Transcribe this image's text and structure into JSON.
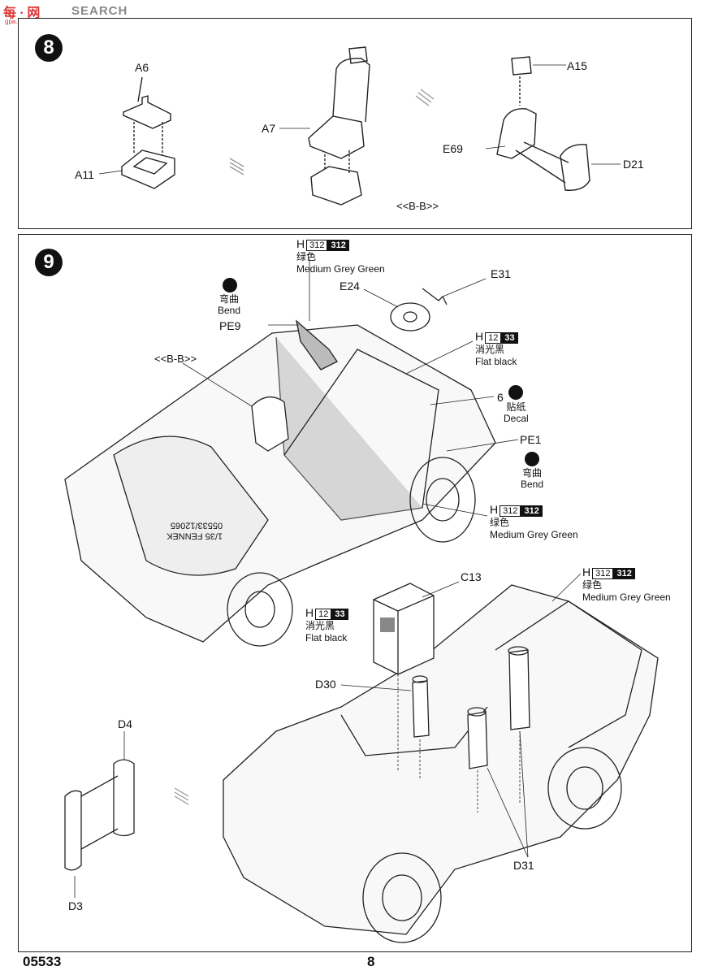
{
  "watermark": {
    "brand": "每 ∙ 网",
    "site": "SEARCH",
    "url": "gpa.shou.com"
  },
  "step8": {
    "number": "8",
    "labels": {
      "a6": "A6",
      "a7": "A7",
      "a11": "A11",
      "a15": "A15",
      "e69": "E69",
      "d21": "D21"
    },
    "section_ref": "<<B-B>>"
  },
  "step9": {
    "number": "9",
    "paint_h312_top": {
      "h": "H",
      "code1": "312",
      "code2": "312",
      "cn": "绿色",
      "en": "Medium Grey Green"
    },
    "bend1": {
      "cn": "弯曲",
      "en": "Bend"
    },
    "labels": {
      "pe9": "PE9",
      "e24": "E24",
      "e31": "E31",
      "six": "6",
      "pe1": "PE1",
      "section_ref": "<<B-B>>",
      "c13": "C13",
      "d30": "D30",
      "d31": "D31",
      "d4": "D4",
      "d3": "D3"
    },
    "paint_h12_right": {
      "h": "H",
      "code1": "12",
      "code2": "33",
      "cn": "消光黑",
      "en": "Flat black"
    },
    "decal": {
      "cn": "贴纸",
      "en": "Decal"
    },
    "bend2": {
      "cn": "弯曲",
      "en": "Bend"
    },
    "paint_h312_mid": {
      "h": "H",
      "code1": "312",
      "code2": "312",
      "cn": "绿色",
      "en": "Medium Grey Green"
    },
    "paint_h312_lower": {
      "h": "H",
      "code1": "312",
      "code2": "312",
      "cn": "绿色",
      "en": "Medium Grey Green"
    },
    "paint_h12_lower": {
      "h": "H",
      "code1": "12",
      "code2": "33",
      "cn": "消光黑",
      "en": "Flat black"
    },
    "hull_text1": "1/35 FENNEK",
    "hull_text2": "05533/12065"
  },
  "footer": {
    "kit_number": "05533",
    "page": "8"
  }
}
